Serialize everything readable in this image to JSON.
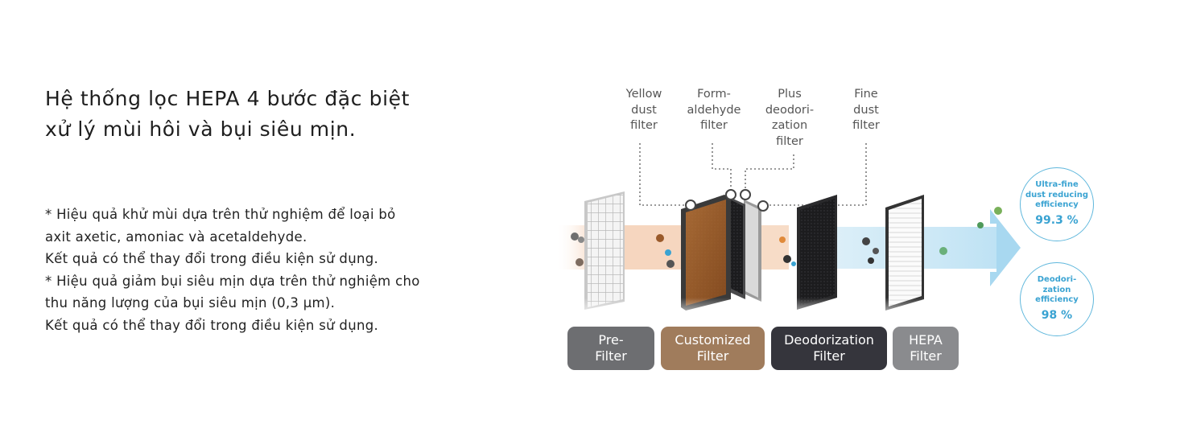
{
  "headline": [
    "Hệ thống lọc HEPA 4 bước đặc biệt",
    "xử lý mùi hôi và bụi siêu mịn."
  ],
  "notes": [
    "* Hiệu quả khử mùi dựa trên thử nghiệm để loại bỏ",
    "axit axetic, amoniac và acetaldehyde.",
    "Kết quả có thể thay đổi trong điều kiện sử dụng.",
    "* Hiệu quả giảm bụi siêu mịn dựa trên thử nghiệm cho",
    "thu năng lượng của bụi siêu mịn (0,3 µm).",
    "Kết quả có thể thay đổi trong điều kiện sử dụng."
  ],
  "top_labels": [
    {
      "lines": [
        "Yellow",
        "dust",
        "filter"
      ]
    },
    {
      "lines": [
        "Form-",
        "aldehyde",
        "filter"
      ]
    },
    {
      "lines": [
        "Plus",
        "deodori-",
        "zation",
        "filter"
      ]
    },
    {
      "lines": [
        "Fine",
        "dust",
        "filter"
      ]
    }
  ],
  "badges": [
    {
      "lines": [
        "Pre-",
        "Filter"
      ],
      "color": "#6d6e71"
    },
    {
      "lines": [
        "Customized",
        "Filter"
      ],
      "color": "#a07c5c"
    },
    {
      "lines": [
        "Deodorization",
        "Filter"
      ],
      "color": "#35353c"
    },
    {
      "lines": [
        "HEPA",
        "Filter"
      ],
      "color": "#8a8b8e"
    }
  ],
  "efficiency": [
    {
      "title_lines": [
        "Ultra-fine",
        "dust reducing",
        "efficiency"
      ],
      "value": "99.3 %"
    },
    {
      "title_lines": [
        "Deodori-",
        "zation",
        "efficiency"
      ],
      "value": "98 %"
    }
  ],
  "colors": {
    "accent_blue": "#3aa3d2",
    "copper": "#b5652a",
    "flow_blue": "#bfe2f5",
    "flow_peach": "#f6d6bf"
  }
}
